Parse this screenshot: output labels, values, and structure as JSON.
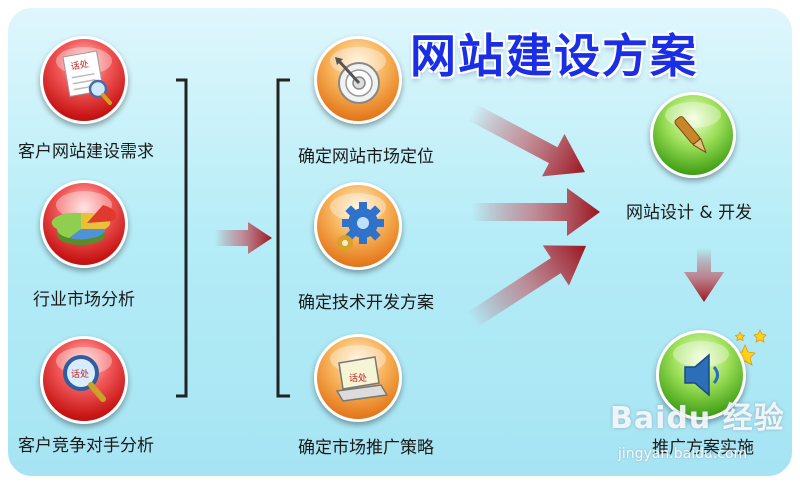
{
  "title": "网站建设方案",
  "nodes": {
    "requirements": {
      "label": "客户网站建设需求",
      "icon": "document-magnifier-icon"
    },
    "market_analysis": {
      "label": "行业市场分析",
      "icon": "pie-chart-icon"
    },
    "competitor_analysis": {
      "label": "客户竞争对手分析",
      "icon": "magnifier-icon"
    },
    "positioning": {
      "label": "确定网站市场定位",
      "icon": "target-icon"
    },
    "tech_plan": {
      "label": "确定技术开发方案",
      "icon": "gear-icon"
    },
    "promotion": {
      "label": "确定市场推广策略",
      "icon": "laptop-icon"
    },
    "design_dev": {
      "label": "网站设计 & 开发",
      "icon": "pen-icon"
    },
    "implementation": {
      "label": "推广方案实施",
      "icon": "speaker-icon"
    }
  },
  "icon_badge_text": "话处",
  "watermark": {
    "brand": "Baidu 经验",
    "url": "jingyan.baidu.com"
  },
  "colors": {
    "background": "#bfeef8",
    "title": "#1a2ee6",
    "arrow": "#b5252f",
    "bracket": "#222222"
  }
}
